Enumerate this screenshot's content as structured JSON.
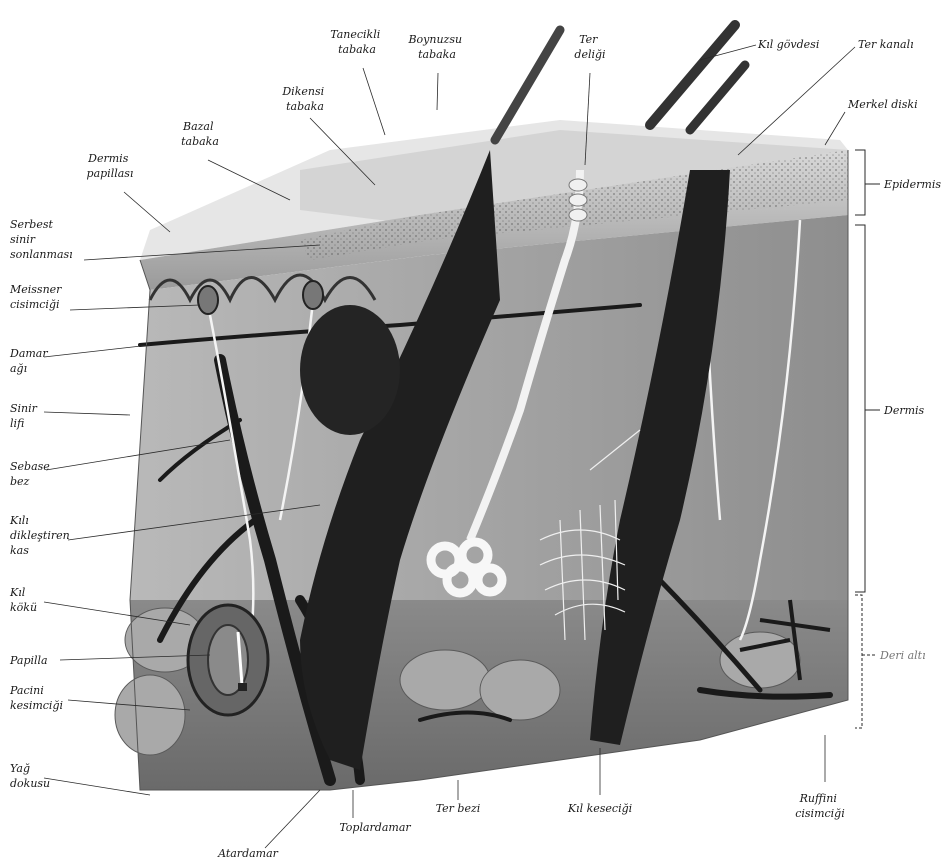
{
  "labels": {
    "dermis_papillasi": [
      "Dermis",
      "papillası"
    ],
    "serbest_sinir": [
      "Serbest",
      "sinir",
      "sonlanması"
    ],
    "meissner": [
      "Meissner",
      "cisimciği"
    ],
    "damar_agi": [
      "Damar",
      "ağı"
    ],
    "sinir_lifi": [
      "Sinir",
      "lifi"
    ],
    "sebase_bez": [
      "Sebase",
      "bez"
    ],
    "kil_diklestiren": [
      "Kılı",
      "dikleştiren",
      "kas"
    ],
    "kil_koku": [
      "Kıl",
      "kökü"
    ],
    "papilla": [
      "Papilla"
    ],
    "pacini": [
      "Pacini",
      "kesimciği"
    ],
    "yag_dokusu": [
      "Yağ",
      "dokusu"
    ],
    "bazal": [
      "Bazal",
      "tabaka"
    ],
    "dikensi": [
      "Dikensi",
      "tabaka"
    ],
    "tanecikli": [
      "Tanecikli",
      "tabaka"
    ],
    "boynuzsu": [
      "Boynuzsu",
      "tabaka"
    ],
    "ter_deligi": [
      "Ter",
      "deliği"
    ],
    "kil_govdesi": [
      "Kıl gövdesi"
    ],
    "ter_kanali": [
      "Ter kanalı"
    ],
    "merkel": [
      "Merkel diski"
    ],
    "epidermis": [
      "Epidermis"
    ],
    "dermis": [
      "Dermis"
    ],
    "deri_alti": [
      "Deri altı"
    ],
    "atardamar": [
      "Atardamar"
    ],
    "toplardamar": [
      "Toplardamar"
    ],
    "ter_bezi": [
      "Ter bezi"
    ],
    "kil_keseci": [
      "Kıl keseciği"
    ],
    "ruffini": [
      "Ruffini",
      "cisimciği"
    ]
  }
}
